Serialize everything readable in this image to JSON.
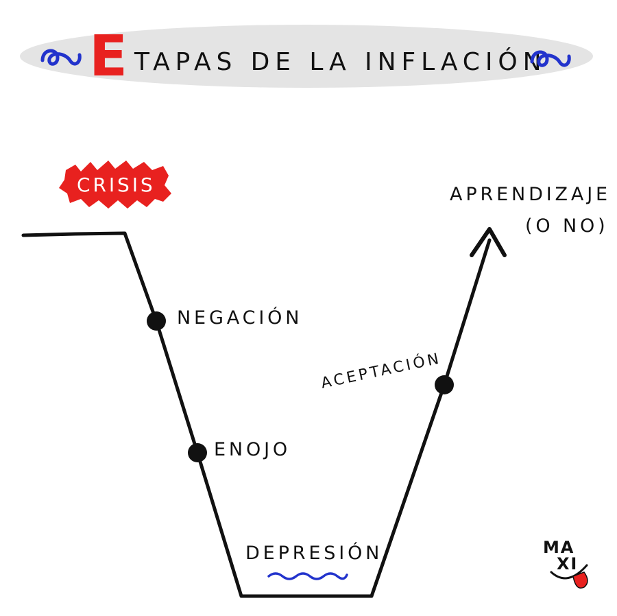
{
  "title": {
    "initial": "E",
    "rest": "TAPAS DE LA INFLACIÓN"
  },
  "crisis_label": "CRISIS",
  "stages": [
    {
      "label": "NEGACIÓN"
    },
    {
      "label": "ENOJO"
    },
    {
      "label": "DEPRESIÓN"
    },
    {
      "label": "ACEPTACIÓN"
    }
  ],
  "outcome": {
    "line1": "APRENDIZAJE",
    "line2": "(O NO)"
  },
  "signature": {
    "line1": "MA",
    "line2": "XI"
  },
  "colors": {
    "title_banner": "#e4e4e4",
    "accent_red": "#e8211f",
    "swirl_blue": "#2233cc",
    "ink": "#111111"
  }
}
